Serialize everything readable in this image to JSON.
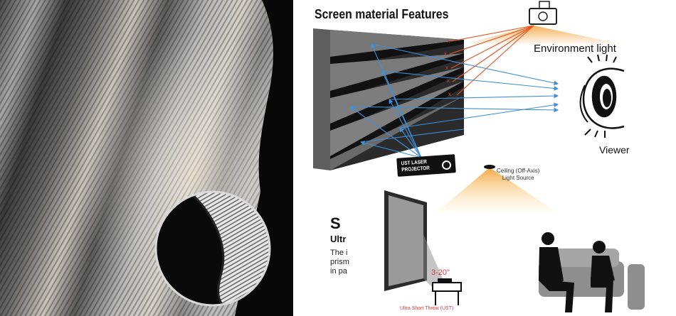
{
  "title": "Screen material Features",
  "labels": {
    "environment_light": "Environment light",
    "viewer": "Viewer",
    "ust_projector": "UST LASER\nPROJECTOR",
    "ceiling_source": "Ceiling (Off-Axis)\nLight Source",
    "throw_distance": "3-20\"",
    "ust_caption": "Ultra Short Throw (UST)"
  },
  "cropped_text": {
    "heading_fragment": "S",
    "subheading_fragment": "Ultr",
    "body_fragment": "The i\nprism\nin pa"
  },
  "colors": {
    "ambient_ray": "#e8501e",
    "projector_ray": "#3f8fd9",
    "ambient_glow": "#f2a23a",
    "rejection_mark": "#e2392a",
    "photo_background": "#080808"
  }
}
